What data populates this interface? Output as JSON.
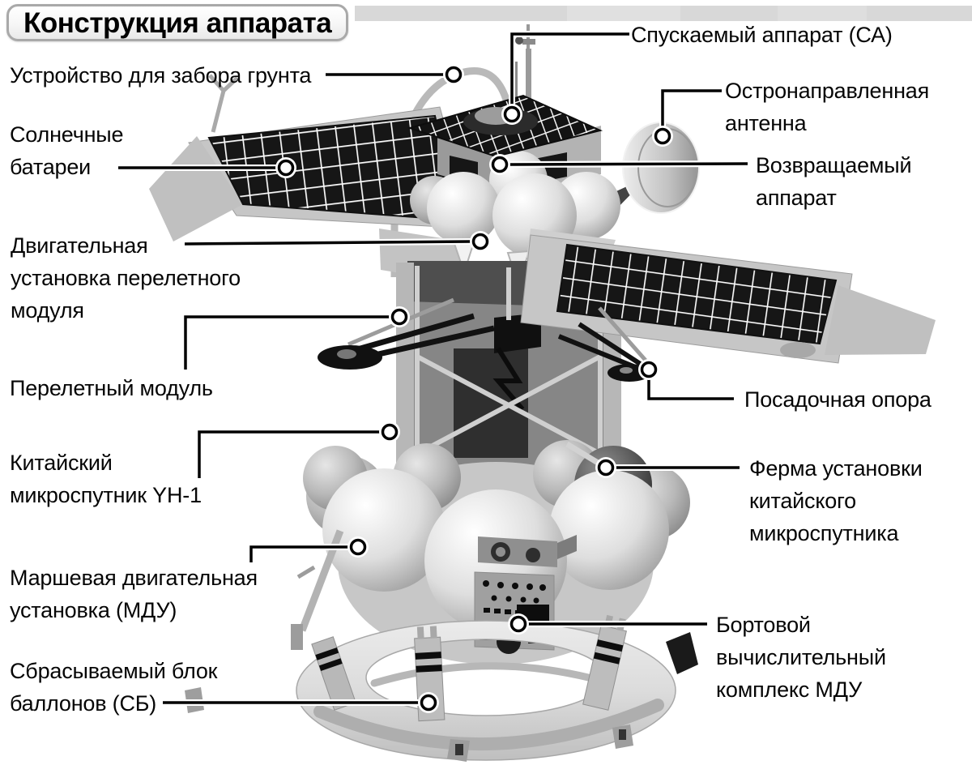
{
  "title": "Конструкция аппарата",
  "colors": {
    "background": "#ffffff",
    "leader_line": "#000000",
    "solar_cell_dark": "#161616",
    "metal_light_gray": "#c6c6c6",
    "header_strip_gray": "#d8d8d8"
  },
  "labels": [
    {
      "name": "descent-module",
      "text": "Спускаемый аппарат (СА)"
    },
    {
      "name": "soil-sampling-device",
      "text": "Устройство для забора грунта"
    },
    {
      "name": "high-gain-antenna",
      "text": "Остронаправленная\nантенна"
    },
    {
      "name": "solar-panels",
      "text": "Солнечные\nбатареи"
    },
    {
      "name": "return-vehicle",
      "text": "Возвращаемый\nаппарат"
    },
    {
      "name": "cruise-module-propulsion",
      "text": "Двигательная\nустановка перелетного\nмодуля"
    },
    {
      "name": "cruise-module",
      "text": "Перелетный модуль"
    },
    {
      "name": "landing-support",
      "text": "Посадочная опора"
    },
    {
      "name": "chinese-microsatellite",
      "text": "Китайский\nмикроспутник YH-1"
    },
    {
      "name": "microsatellite-truss",
      "text": "Ферма установки\nкитайского\nмикроспутника"
    },
    {
      "name": "main-propulsion-unit",
      "text": "Маршевая двигательная\nустановка (МДУ)"
    },
    {
      "name": "onboard-computer",
      "text": "Бортовой\nвычислительный\nкомплекс МДУ"
    },
    {
      "name": "jettisonable-tank-block",
      "text": "Сбрасываемый блок\nбаллонов (СБ)"
    }
  ]
}
